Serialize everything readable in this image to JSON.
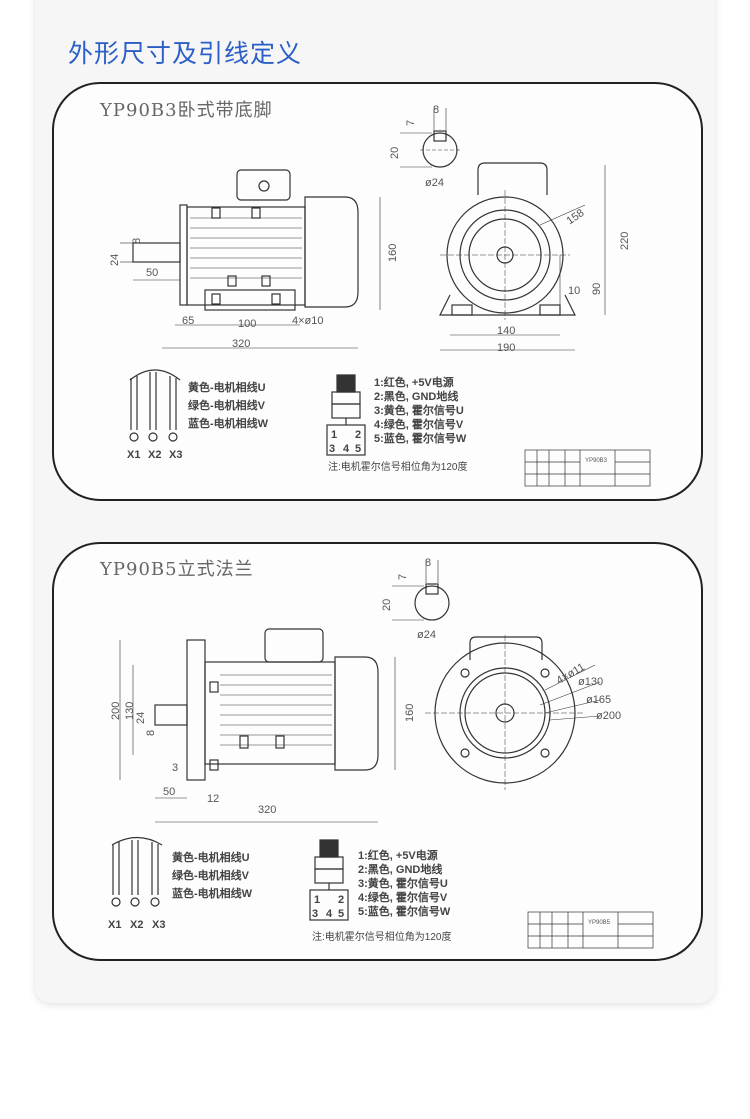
{
  "title": "外形尺寸及引线定义",
  "panels": [
    {
      "name": "YP90B3卧式带底脚",
      "shaft_key": [
        "8",
        "7",
        "20",
        "ø24"
      ],
      "side_dims": {
        "shaft_d": "24",
        "key": "8",
        "shaft_len": "50",
        "height": "160",
        "foot_offset": "65",
        "foot_spacing": "100",
        "holes": "4×ø10",
        "length": "320"
      },
      "front_dims": {
        "radius": "158",
        "total_height": "220",
        "center_height": "90",
        "foot_thickness": "10",
        "foot_spacing": "140",
        "width": "190"
      },
      "phase_leads": {
        "lines": [
          "黄色-电机相线U",
          "绿色-电机相线V",
          "蓝色-电机相线W"
        ],
        "terminals": [
          "X1",
          "X2",
          "X3"
        ]
      },
      "hall_connector": {
        "pins": [
          "1",
          "2",
          "3",
          "4",
          "5"
        ],
        "lines": [
          "1:红色, +5V电源",
          "2:黑色, GND地线",
          "3:黄色, 霍尔信号U",
          "4:绿色, 霍尔信号V",
          "5:蓝色, 霍尔信号W"
        ],
        "note": "注:电机霍尔信号相位角为120度"
      },
      "title_block": {
        "model": "YP90B3"
      }
    },
    {
      "name": "YP90B5立式法兰",
      "shaft_key": [
        "8",
        "7",
        "20",
        "ø24"
      ],
      "side_dims": {
        "flange_d": "200",
        "spigot": "130",
        "shaft_d": "24",
        "key": "8",
        "flange_thk": "3",
        "shaft_len": "50",
        "spigot_len": "12",
        "length": "320",
        "height": "160"
      },
      "front_dims": {
        "holes": "4×ø11",
        "spigot": "ø130",
        "pcd": "ø165",
        "flange": "ø200"
      },
      "phase_leads": {
        "lines": [
          "黄色-电机相线U",
          "绿色-电机相线V",
          "蓝色-电机相线W"
        ],
        "terminals": [
          "X1",
          "X2",
          "X3"
        ]
      },
      "hall_connector": {
        "pins": [
          "1",
          "2",
          "3",
          "4",
          "5"
        ],
        "lines": [
          "1:红色, +5V电源",
          "2:黑色, GND地线",
          "3:黄色, 霍尔信号U",
          "4:绿色, 霍尔信号V",
          "5:蓝色, 霍尔信号W"
        ],
        "note": "注:电机霍尔信号相位角为120度"
      },
      "title_block": {
        "model": "YP90B5"
      }
    }
  ],
  "colors": {
    "title": "#2b5fc7",
    "line": "#333333"
  }
}
